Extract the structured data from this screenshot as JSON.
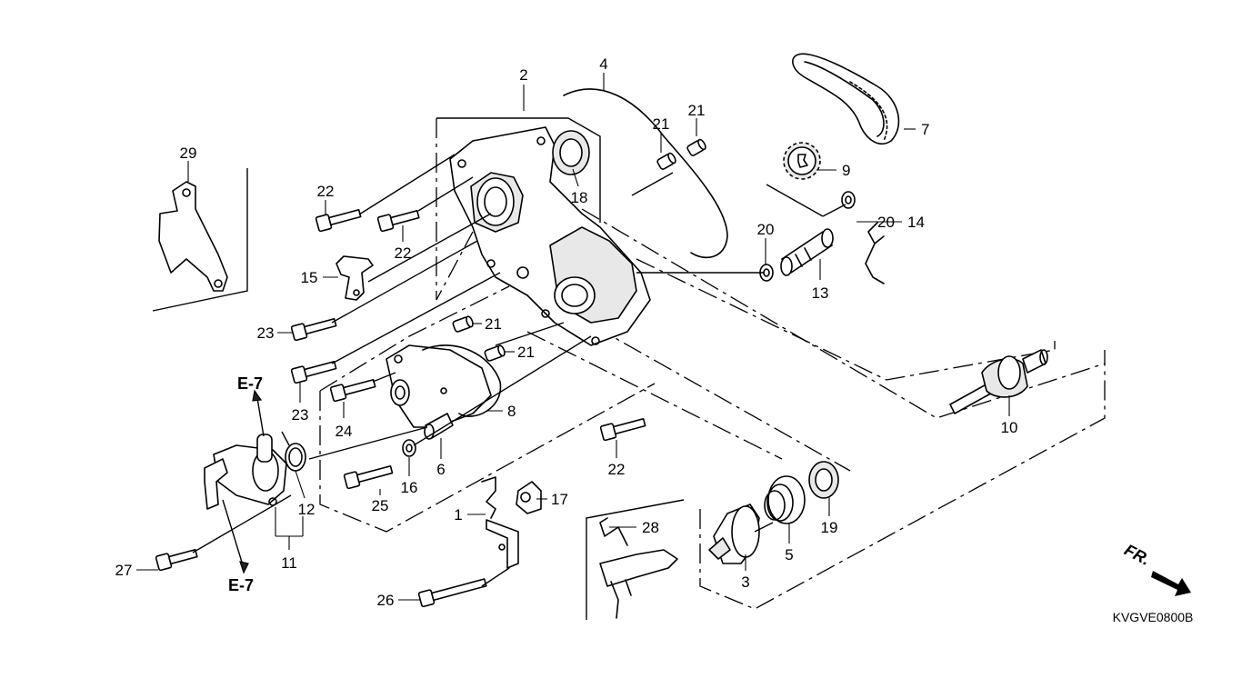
{
  "diagram": {
    "code": "KVGVE0800B",
    "front_label": "FR.",
    "refs": [
      "E-7",
      "E-7"
    ],
    "callouts": [
      "1",
      "2",
      "3",
      "4",
      "5",
      "6",
      "7",
      "8",
      "9",
      "10",
      "11",
      "12",
      "13",
      "14",
      "15",
      "16",
      "17",
      "18",
      "19",
      "20",
      "20",
      "21",
      "21",
      "21",
      "21",
      "22",
      "22",
      "22",
      "23",
      "23",
      "24",
      "25",
      "26",
      "27",
      "28",
      "29"
    ]
  }
}
